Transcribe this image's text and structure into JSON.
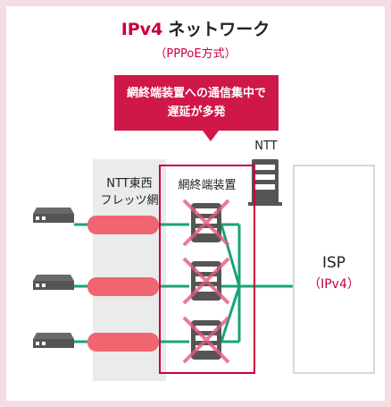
{
  "title": {
    "accent": "IPv4",
    "main": "ネットワーク"
  },
  "subtitle": "（PPPoE方式）",
  "callout": {
    "line1": "網終端装置への通信集中で",
    "line2": "遅延が多発"
  },
  "ntt_label": "NTT",
  "flets": {
    "line1": "NTT東西",
    "line2": "フレッツ網"
  },
  "terminal_label": "網終端装置",
  "isp": {
    "label": "ISP",
    "sub": "（IPv4）"
  },
  "colors": {
    "accent": "#c8003c",
    "tube": "#f0656f",
    "link": "#1aa37a",
    "device": "#555555",
    "cross": "#e35a7c"
  }
}
